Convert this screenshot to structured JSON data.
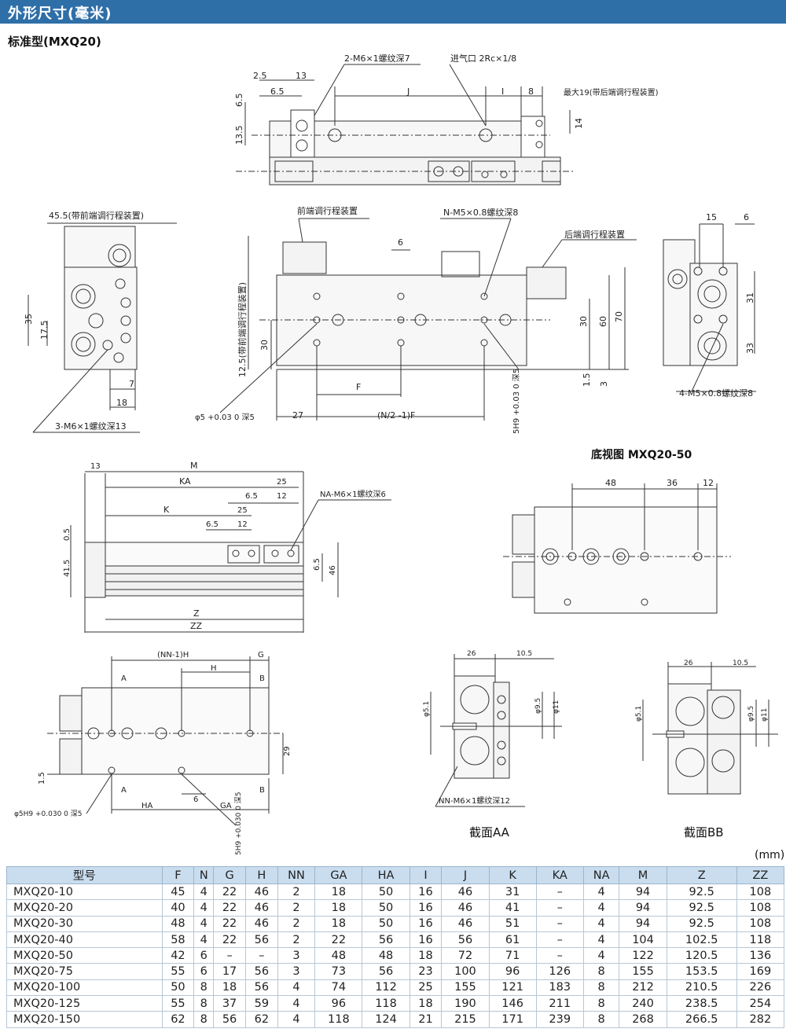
{
  "header": {
    "title": "外形尺寸(毫米)"
  },
  "model_title": "标准型(MXQ20)",
  "bottom_view_title": "底视图 MXQ20-50",
  "section_aa": "截面AA",
  "section_bb": "截面BB",
  "unit": "(mm)",
  "top_view": {
    "note_thread": "2-M6×1螺纹深7",
    "note_port": "进气口 2Rc×1/8",
    "note_max": "最大19(带后端调行程装置)",
    "d_2_5": "2.5",
    "d_13": "13",
    "d_6_5": "6.5",
    "d_13_5": "13.5",
    "d_J": "J",
    "d_I": "I",
    "d_8": "8",
    "d_14": "14",
    "d_6_5b": "6.5"
  },
  "end_view": {
    "note_top": "45.5(带前端调行程装置)",
    "d_35": "35",
    "d_17_5": "17.5",
    "d_7": "7",
    "d_18": "18",
    "note_bottom": "3-M6×1螺纹深13"
  },
  "side_view": {
    "note_front": "前端调行程装置",
    "note_thread": "N-M5×0.8螺纹深8",
    "note_rear": "后端调行程装置",
    "d_6": "6",
    "d_12_5": "12.5(带前端调行程装置)",
    "d_30": "30",
    "d_30b": "30",
    "d_60": "60",
    "d_70": "70",
    "d_1_5": "1.5",
    "d_3": "3",
    "d_F": "F",
    "d_27": "27",
    "d_NF": "(N/2 -1)F",
    "note_pin": "φ5 +0.03 0 深5",
    "note_5h9": "5H9 +0.03 0 深5"
  },
  "right_end_view": {
    "d_15": "15",
    "d_6": "6",
    "d_31": "31",
    "d_33": "33",
    "note": "4-M5×0.8螺纹深8"
  },
  "left_mid_view": {
    "d_13": "13",
    "d_M": "M",
    "d_KA": "KA",
    "d_25": "25",
    "d_6_5": "6.5",
    "d_12": "12",
    "note_na": "NA-M6×1螺纹深6",
    "d_K": "K",
    "d_25b": "25",
    "d_6_5b": "6.5",
    "d_12b": "12",
    "d_0_5": "0.5",
    "d_41_5": "41.5",
    "d_6_5c": "6.5",
    "d_46": "46",
    "d_Z": "Z",
    "d_ZZ": "ZZ"
  },
  "bottom_view": {
    "d_48": "48",
    "d_36": "36",
    "d_12": "12"
  },
  "lower_left_view": {
    "d_NN1H": "(NN-1)H",
    "d_G": "G",
    "d_A": "A",
    "d_H": "H",
    "d_B": "B",
    "d_29": "29",
    "d_1_5": "1.5",
    "d_A2": "A",
    "d_6": "6",
    "d_B2": "B",
    "d_HA": "HA",
    "d_GA": "GA",
    "note_pin": "φ5H9 +0.030 0 深5",
    "note_5h9": "5H9 +0.030 0 深5"
  },
  "section_aa_dims": {
    "d_26": "26",
    "d_10_5": "10.5",
    "d_5_1": "φ5.1",
    "d_9_5": "φ9.5",
    "d_11": "φ11",
    "note": "NN-M6×1螺纹深12"
  },
  "section_bb_dims": {
    "d_26": "26",
    "d_10_5": "10.5",
    "d_5_1": "φ5.1",
    "d_9_5": "φ9.5",
    "d_11": "φ11"
  },
  "table": {
    "headers": [
      "型号",
      "F",
      "N",
      "G",
      "H",
      "NN",
      "GA",
      "HA",
      "I",
      "J",
      "K",
      "KA",
      "NA",
      "M",
      "Z",
      "ZZ"
    ],
    "rows": [
      [
        "MXQ20-10",
        "45",
        "4",
        "22",
        "46",
        "2",
        "18",
        "50",
        "16",
        "46",
        "31",
        "–",
        "4",
        "94",
        "92.5",
        "108"
      ],
      [
        "MXQ20-20",
        "40",
        "4",
        "22",
        "46",
        "2",
        "18",
        "50",
        "16",
        "46",
        "41",
        "–",
        "4",
        "94",
        "92.5",
        "108"
      ],
      [
        "MXQ20-30",
        "48",
        "4",
        "22",
        "46",
        "2",
        "18",
        "50",
        "16",
        "46",
        "51",
        "–",
        "4",
        "94",
        "92.5",
        "108"
      ],
      [
        "MXQ20-40",
        "58",
        "4",
        "22",
        "56",
        "2",
        "22",
        "56",
        "16",
        "56",
        "61",
        "–",
        "4",
        "104",
        "102.5",
        "118"
      ],
      [
        "MXQ20-50",
        "42",
        "6",
        "–",
        "–",
        "3",
        "48",
        "48",
        "18",
        "72",
        "71",
        "–",
        "4",
        "122",
        "120.5",
        "136"
      ],
      [
        "MXQ20-75",
        "55",
        "6",
        "17",
        "56",
        "3",
        "73",
        "56",
        "23",
        "100",
        "96",
        "126",
        "8",
        "155",
        "153.5",
        "169"
      ],
      [
        "MXQ20-100",
        "50",
        "8",
        "18",
        "56",
        "4",
        "74",
        "112",
        "25",
        "155",
        "121",
        "183",
        "8",
        "212",
        "210.5",
        "226"
      ],
      [
        "MXQ20-125",
        "55",
        "8",
        "37",
        "59",
        "4",
        "96",
        "118",
        "18",
        "190",
        "146",
        "211",
        "8",
        "240",
        "238.5",
        "254"
      ],
      [
        "MXQ20-150",
        "62",
        "8",
        "56",
        "62",
        "4",
        "118",
        "124",
        "21",
        "215",
        "171",
        "239",
        "8",
        "268",
        "266.5",
        "282"
      ]
    ]
  }
}
